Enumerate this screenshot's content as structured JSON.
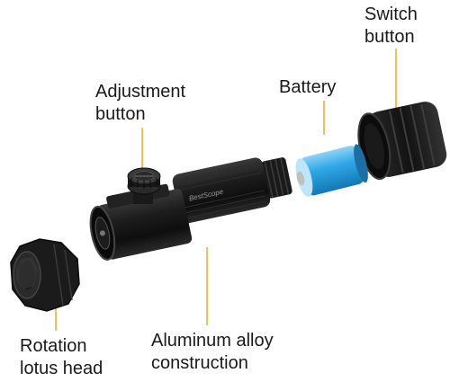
{
  "labels": {
    "switch_button": [
      "Switch",
      "button"
    ],
    "adjustment_button": [
      "Adjustment",
      "button"
    ],
    "battery": "Battery",
    "rotation_head": [
      "Rotation",
      "lotus head"
    ],
    "aluminum": [
      "Aluminum alloy",
      "construction"
    ]
  },
  "engraving": "BestScope",
  "colors": {
    "leader_line": "#f0a820",
    "metal_dark": "#151515",
    "metal_mid": "#2c2c2c",
    "battery_blue": "#2fa8e6"
  }
}
